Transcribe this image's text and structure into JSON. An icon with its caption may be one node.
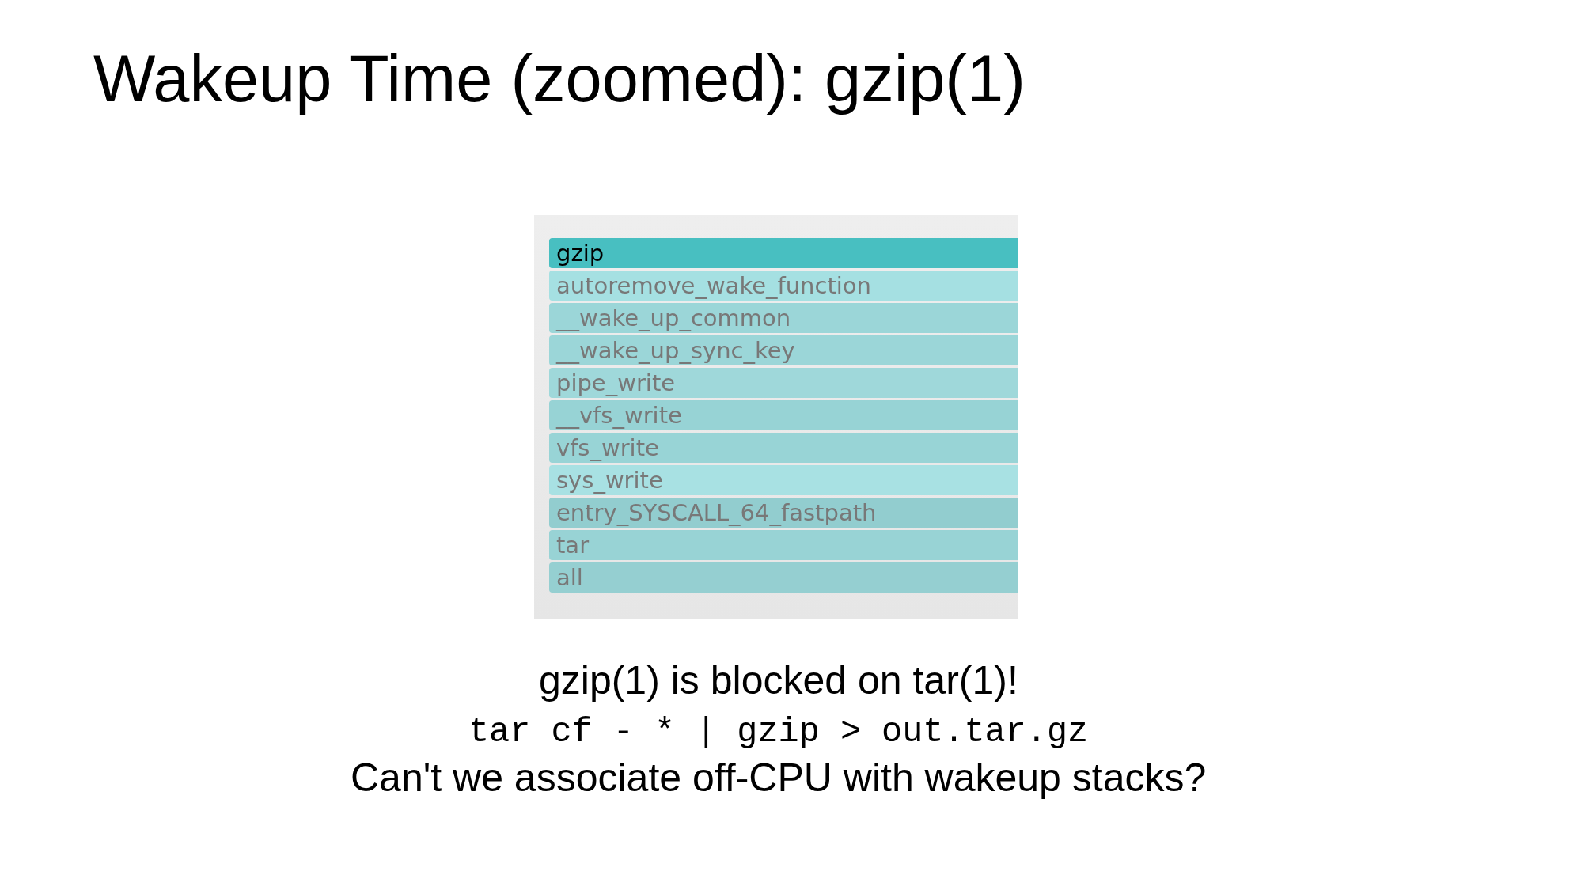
{
  "diagram": {
    "title": "Wakeup Time (zoomed): gzip(1)",
    "nodes": [
      {
        "text": [],
        "shape": "box"
      },
      {
        "text": [
          "gzip"
        ],
        "in": 0
      },
      {
        "text": [
          "autoremove_wake_function"
        ],
        "in": 0
      },
      {
        "text": [
          "__wake_up_common"
        ],
        "in": 0
      },
      {
        "text": [
          "__wake_up_sync_key"
        ],
        "in": 0
      },
      {
        "text": [
          "pipe_write"
        ],
        "in": 0
      },
      {
        "text": [
          "__vfs_write"
        ],
        "in": 0
      },
      {
        "text": [
          "vfs_write"
        ],
        "in": 0
      },
      {
        "text": [
          "sys_write"
        ],
        "in": 0
      },
      {
        "text": [
          "entry_SYSCALL_64_fastpath"
        ],
        "in": 0
      },
      {
        "text": [
          "tar"
        ],
        "in": 0
      },
      {
        "text": [
          "all"
        ],
        "in": 0
      }
    ],
    "labels": [
      "gzip(1) is blocked on tar(1)!",
      "tar cf - * | gzip > out.tar.gz",
      "Can't we associate off-CPU with wakeup stacks?"
    ]
  }
}
